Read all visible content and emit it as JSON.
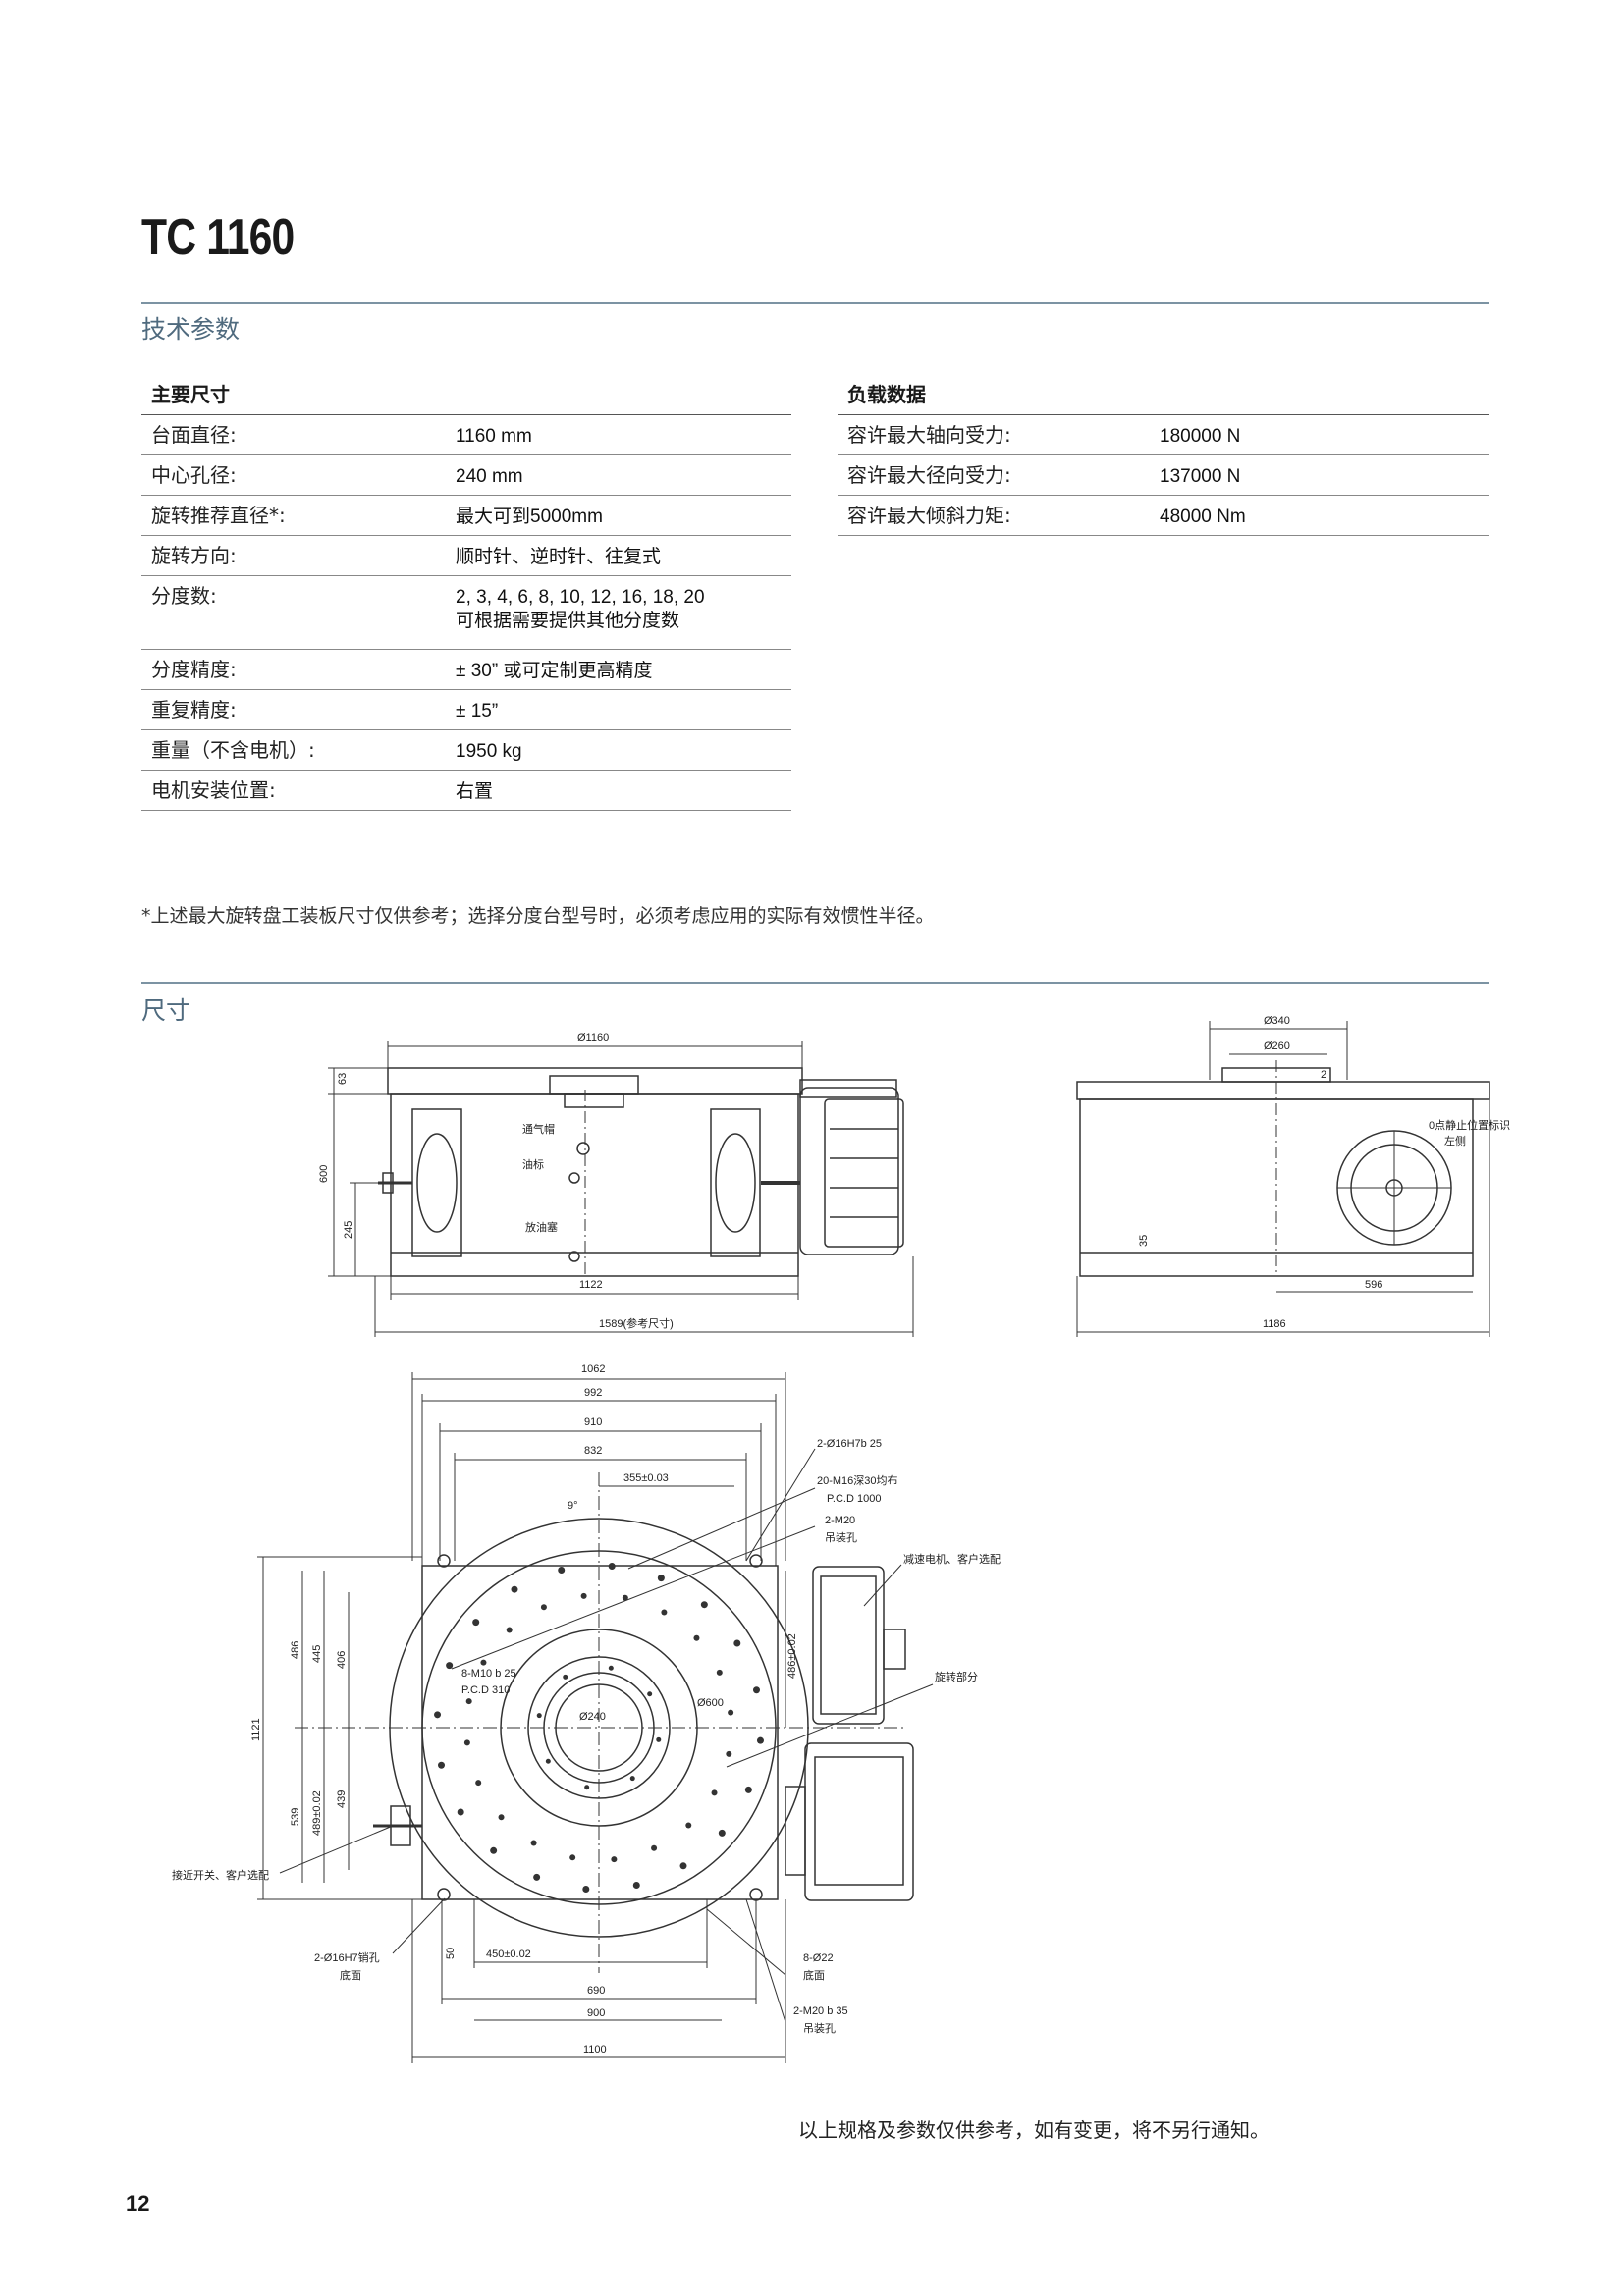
{
  "title": "TC 1160",
  "tech_section": "技术参数",
  "dim_section": "尺寸",
  "main_table": {
    "header": "主要尺寸",
    "rows": [
      {
        "label": "台面直径:",
        "value": "1160 mm"
      },
      {
        "label": "中心孔径:",
        "value": "240 mm"
      },
      {
        "label": "旋转推荐直径*:",
        "value": "最大可到5000mm"
      },
      {
        "label": "旋转方向:",
        "value": "顺时针、逆时针、往复式"
      },
      {
        "label": "分度数:",
        "value": "2, 3, 4, 6, 8, 10, 12, 16, 18, 20",
        "value2": "可根据需要提供其他分度数"
      },
      {
        "label": "分度精度:",
        "value": "± 30” 或可定制更高精度"
      },
      {
        "label": "重复精度:",
        "value": "± 15”"
      },
      {
        "label": "重量（不含电机）:",
        "value": "1950 kg"
      },
      {
        "label": "电机安装位置:",
        "value": "右置"
      }
    ]
  },
  "load_table": {
    "header": "负载数据",
    "rows": [
      {
        "label": "容许最大轴向受力:",
        "value": "180000 N"
      },
      {
        "label": "容许最大径向受力:",
        "value": "137000 N"
      },
      {
        "label": "容许最大倾斜力矩:",
        "value": "48000 Nm"
      }
    ]
  },
  "note": "*上述最大旋转盘工装板尺寸仅供参考；选择分度台型号时，必须考虑应用的实际有效惯性半径。",
  "drawing_labels": {
    "d1160": "Ø1160",
    "d63": "63",
    "d600": "600",
    "d245": "245",
    "d1122": "1122",
    "d1589": "1589(参考尺寸)",
    "vent": "通气帽",
    "oil": "油标",
    "drain": "放油塞",
    "d340": "Ø340",
    "d260": "Ø260",
    "d2": "2",
    "d35": "35",
    "d596": "596",
    "d1186": "1186",
    "zero1": "0点静止位置标识",
    "zero2": "左侧",
    "d1062": "1062",
    "d992": "992",
    "d910": "910",
    "d832": "832",
    "d355": "355±0.03",
    "d9deg": "9°",
    "c1": "2-Ø16H7b 25",
    "c2": "20-M16深30均布",
    "c3": "P.C.D 1000",
    "c4": "2-M20",
    "c5": "吊装孔",
    "c6": "减速电机、客户选配",
    "c7": "旋转部分",
    "m10a": "8-M10  b 25",
    "m10b": "P.C.D 310",
    "d600c": "Ø600",
    "d240": "Ø240",
    "d1121": "1121",
    "d486": "486",
    "d445": "445",
    "d406": "406",
    "d539": "539",
    "d439": "439",
    "d489a": "489±0.02",
    "d486b": "486±0.02",
    "sensor": "接近开关、客户选配",
    "pin1": "2-Ø16H7销孔",
    "pin2": "底面",
    "d50": "50",
    "d450": "450±0.02",
    "d690": "690",
    "d900": "900",
    "d1100": "1100",
    "h1": "8-Ø22",
    "h2": "底面",
    "h3": "2-M20  b 35",
    "h4": "吊装孔"
  },
  "footnote": "以上规格及参数仅供参考，如有变更，将不另行通知。",
  "page_number": "12"
}
